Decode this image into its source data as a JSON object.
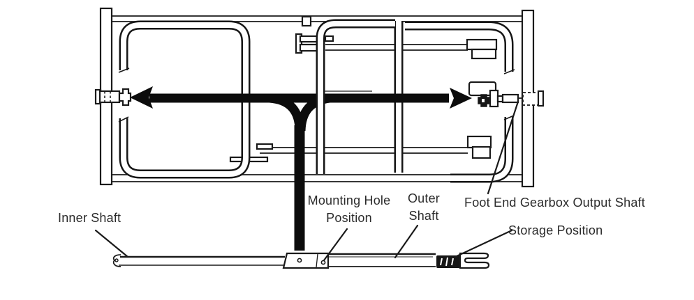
{
  "page": {
    "background": "#ffffff",
    "ink_color": "#1a1a1a"
  },
  "figure": {
    "labels": {
      "inner_shaft": "Inner Shaft",
      "mounting_hole_position": "Mounting Hole Position",
      "outer_shaft": "Outer Shaft",
      "foot_end_gearbox_output_shaft": "Foot End Gearbox Output Shaft",
      "storage_position": "Storage Position"
    }
  }
}
